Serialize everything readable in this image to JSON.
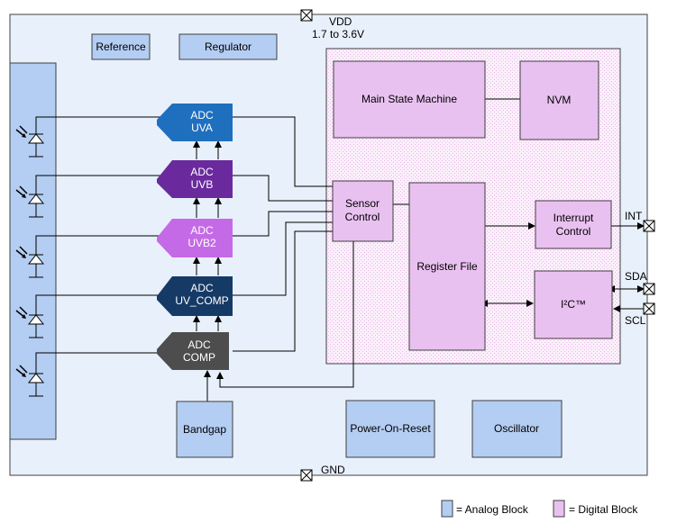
{
  "pins": {
    "vdd": {
      "name": "VDD",
      "range": "1.7 to 3.6V"
    },
    "gnd": "GND",
    "int": "INT",
    "sda": "SDA",
    "scl": "SCL"
  },
  "analog_blocks": {
    "reference": "Reference",
    "regulator": "Regulator",
    "bandgap": "Bandgap",
    "power_on_reset": "Power-On-Reset",
    "oscillator": "Oscillator"
  },
  "adcs": [
    {
      "id": "uva",
      "line1": "ADC",
      "line2": "UVA",
      "color": "#1f6fbf"
    },
    {
      "id": "uvb",
      "line1": "ADC",
      "line2": "UVB",
      "color": "#6a2a9e"
    },
    {
      "id": "uvb2",
      "line1": "ADC",
      "line2": "UVB2",
      "color": "#c56ae6"
    },
    {
      "id": "uv-comp",
      "line1": "ADC",
      "line2": "UV_COMP",
      "color": "#163a66"
    },
    {
      "id": "comp",
      "line1": "ADC",
      "line2": "COMP",
      "color": "#4d4d4d"
    }
  ],
  "digital_blocks": {
    "main_state_machine": "Main State Machine",
    "nvm": "NVM",
    "sensor_control": {
      "line1": "Sensor",
      "line2": "Control"
    },
    "register_file": "Register File",
    "interrupt_control": {
      "line1": "Interrupt",
      "line2": "Control"
    },
    "i2c": "I²C™"
  },
  "legend": {
    "analog": "= Analog Block",
    "digital": "= Digital Block"
  },
  "colors": {
    "chip_bg": "#e8f0fb",
    "analog_fill": "#b4cdf2",
    "digital_fill": "#e9c1f0",
    "digital_region": "#f7e4f7",
    "border": "#404040"
  }
}
